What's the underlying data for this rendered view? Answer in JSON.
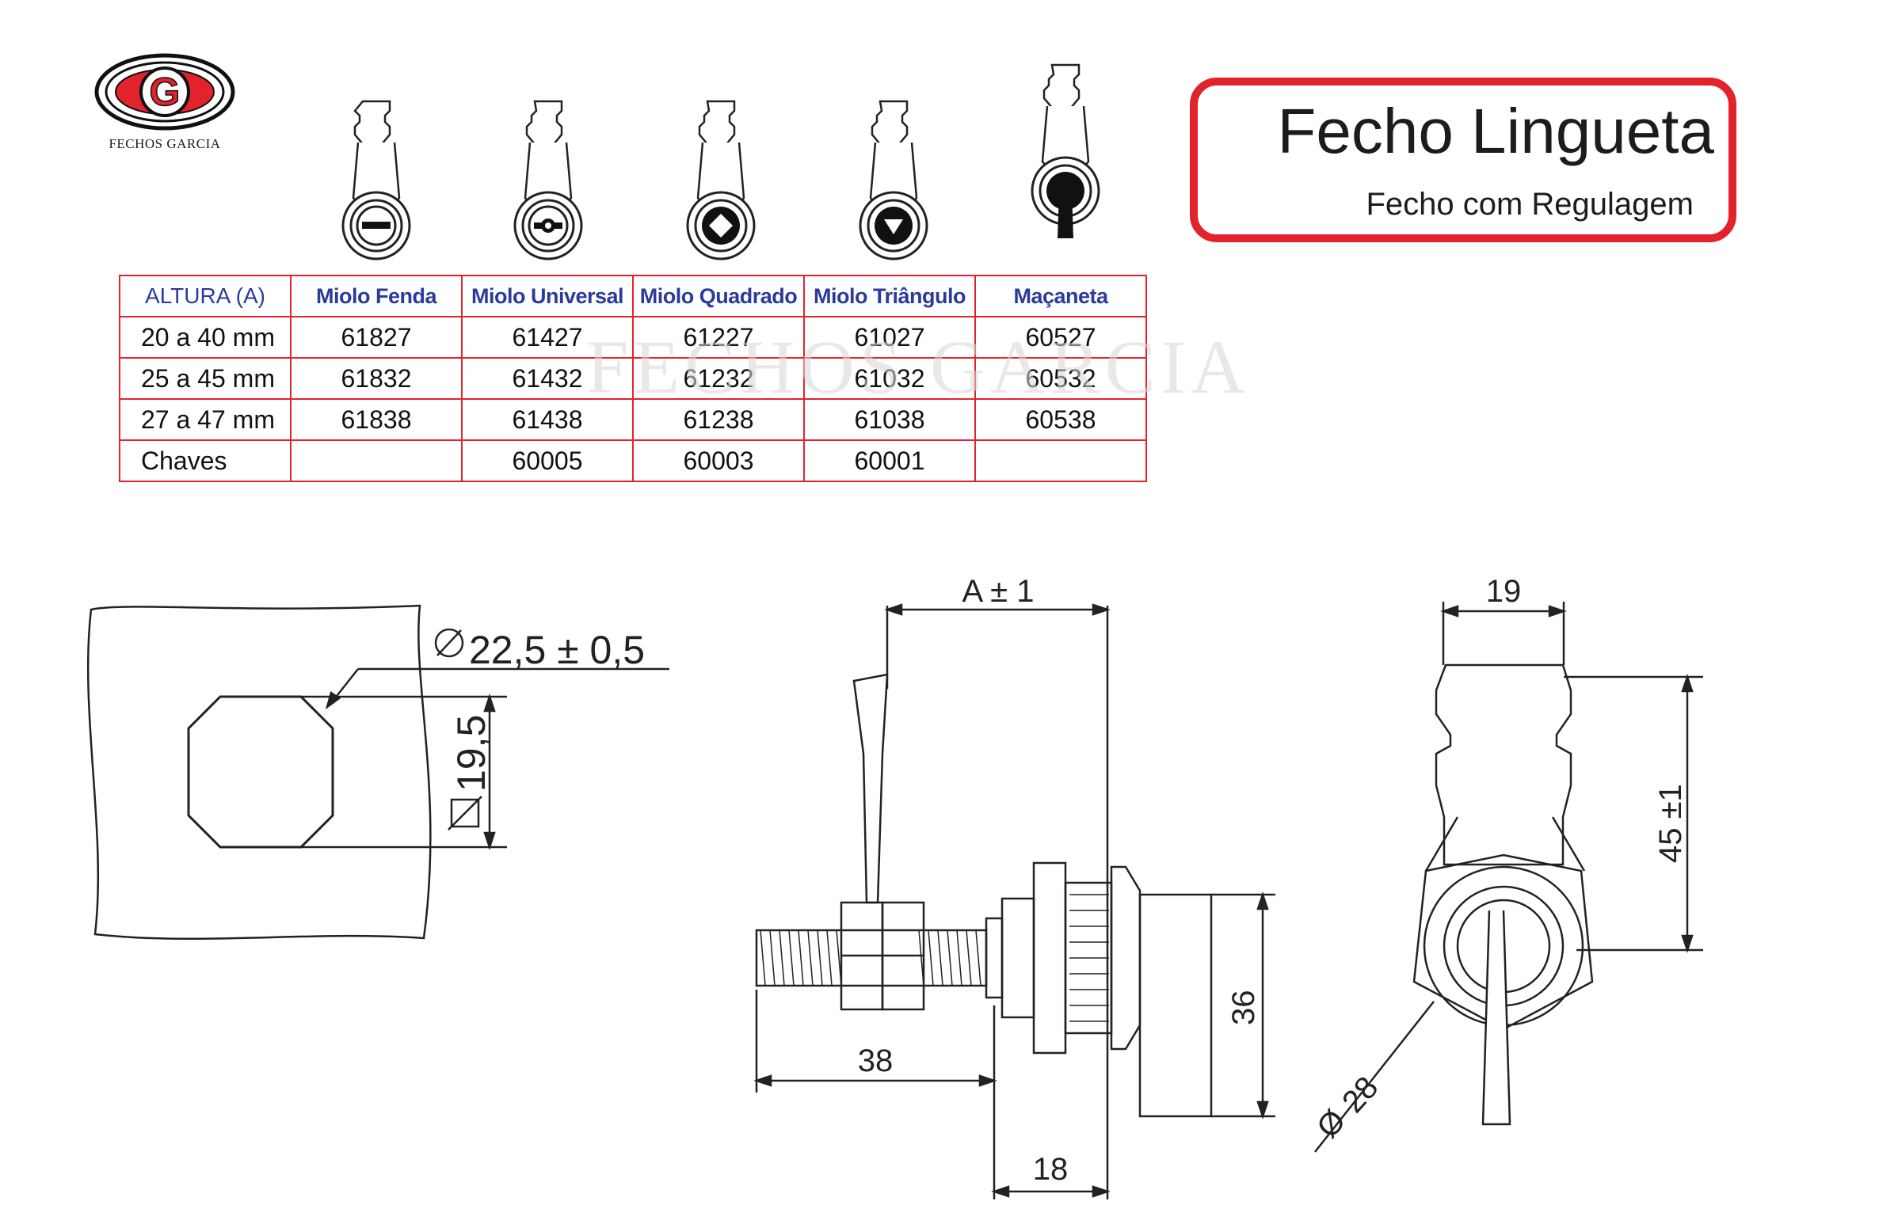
{
  "brand": {
    "name": "FECHOS GARCIA",
    "logo_letter": "G"
  },
  "header": {
    "title": "Fecho Lingueta",
    "subtitle": "Fecho com Regulagem"
  },
  "watermark": "FECHOS GARCIA",
  "colors": {
    "accent_red": "#e3232c",
    "header_blue": "#2b3b9a"
  },
  "variants": [
    {
      "icon": "slot-cylinder-icon"
    },
    {
      "icon": "universal-cylinder-icon"
    },
    {
      "icon": "square-cylinder-icon"
    },
    {
      "icon": "triangle-cylinder-icon"
    },
    {
      "icon": "handle-icon"
    }
  ],
  "table": {
    "headers": [
      "ALTURA (A)",
      "Miolo Fenda",
      "Miolo Universal",
      "Miolo Quadrado",
      "Miolo Triângulo",
      "Maçaneta"
    ],
    "rows": [
      [
        "20 a 40 mm",
        "61827",
        "61427",
        "61227",
        "61027",
        "60527"
      ],
      [
        "25 a 45 mm",
        "61832",
        "61432",
        "61232",
        "61032",
        "60532"
      ],
      [
        "27 a 47 mm",
        "61838",
        "61438",
        "61238",
        "61038",
        "60538"
      ],
      [
        "Chaves",
        "",
        "60005",
        "60003",
        "60001",
        ""
      ]
    ]
  },
  "dimensions": {
    "cutout_diameter": "22,5 ±  0,5",
    "cutout_flat": "19,5",
    "length": "A ± 1",
    "thread_length": "38",
    "body_width": "18",
    "tongue_height": "36",
    "tongue_width": "19",
    "tongue_length": "45 ±1",
    "nut_diameter": "28"
  }
}
